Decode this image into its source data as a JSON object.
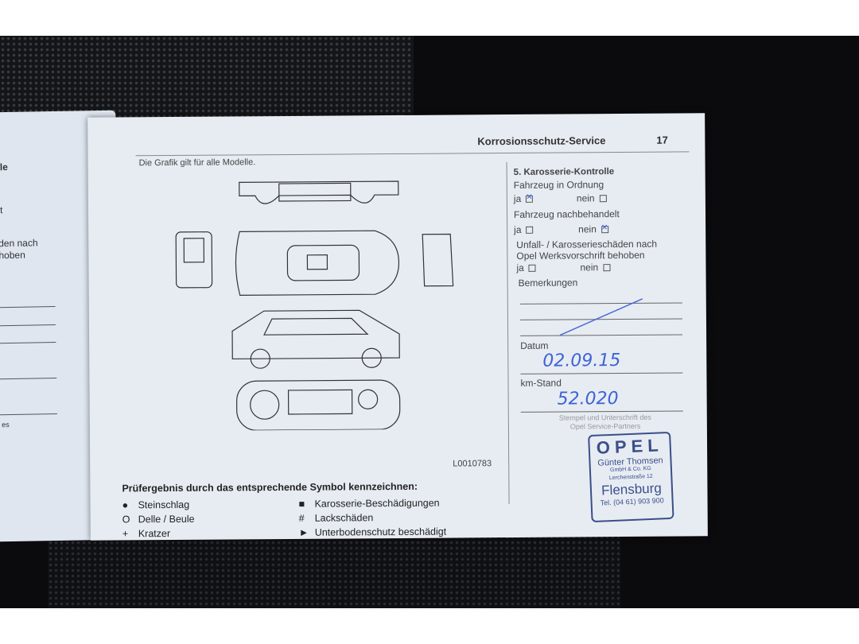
{
  "left_page": {
    "fragments": [
      "lle",
      "lt",
      "den nach",
      "hoben",
      "es"
    ]
  },
  "page": {
    "header": "Korrosionsschutz-Service",
    "page_number": "17",
    "graphic_note": "Die Grafik gilt für alle Modelle.",
    "figure_code": "L0010783",
    "legend_title": "Prüfergebnis durch das entsprechende Symbol kennzeichnen:",
    "legend": [
      {
        "symbol": "●",
        "label": "Steinschlag"
      },
      {
        "symbol": "O",
        "label": "Delle / Beule"
      },
      {
        "symbol": "+",
        "label": "Kratzer"
      },
      {
        "symbol": "■",
        "label": "Karosserie-Beschädigungen"
      },
      {
        "symbol": "#",
        "label": "Lackschäden"
      },
      {
        "symbol": "►",
        "label": "Unterbodenschutz beschädigt"
      }
    ],
    "form": {
      "title": "5. Karosserie-Kontrolle",
      "q1": "Fahrzeug in Ordnung",
      "q2": "Fahrzeug nachbehandelt",
      "q3a": "Unfall- / Karosserieschäden nach",
      "q3b": "Opel Werksvorschrift behoben",
      "yes": "ja",
      "no": "nein",
      "remarks": "Bemerkungen",
      "date_label": "Datum",
      "date_value": "02.09.15",
      "km_label": "km-Stand",
      "km_value": "52.020",
      "stamp_hint_1": "Stempel und Unterschrift des",
      "stamp_hint_2": "Opel Service-Partners"
    },
    "stamp": {
      "brand": "OPEL",
      "name": "Günter Thomsen",
      "company": "GmbH & Co. KG",
      "street": "Lerchenstraße 12",
      "city": "Flensburg",
      "phone": "Tel. (04 61) 903 900"
    }
  }
}
